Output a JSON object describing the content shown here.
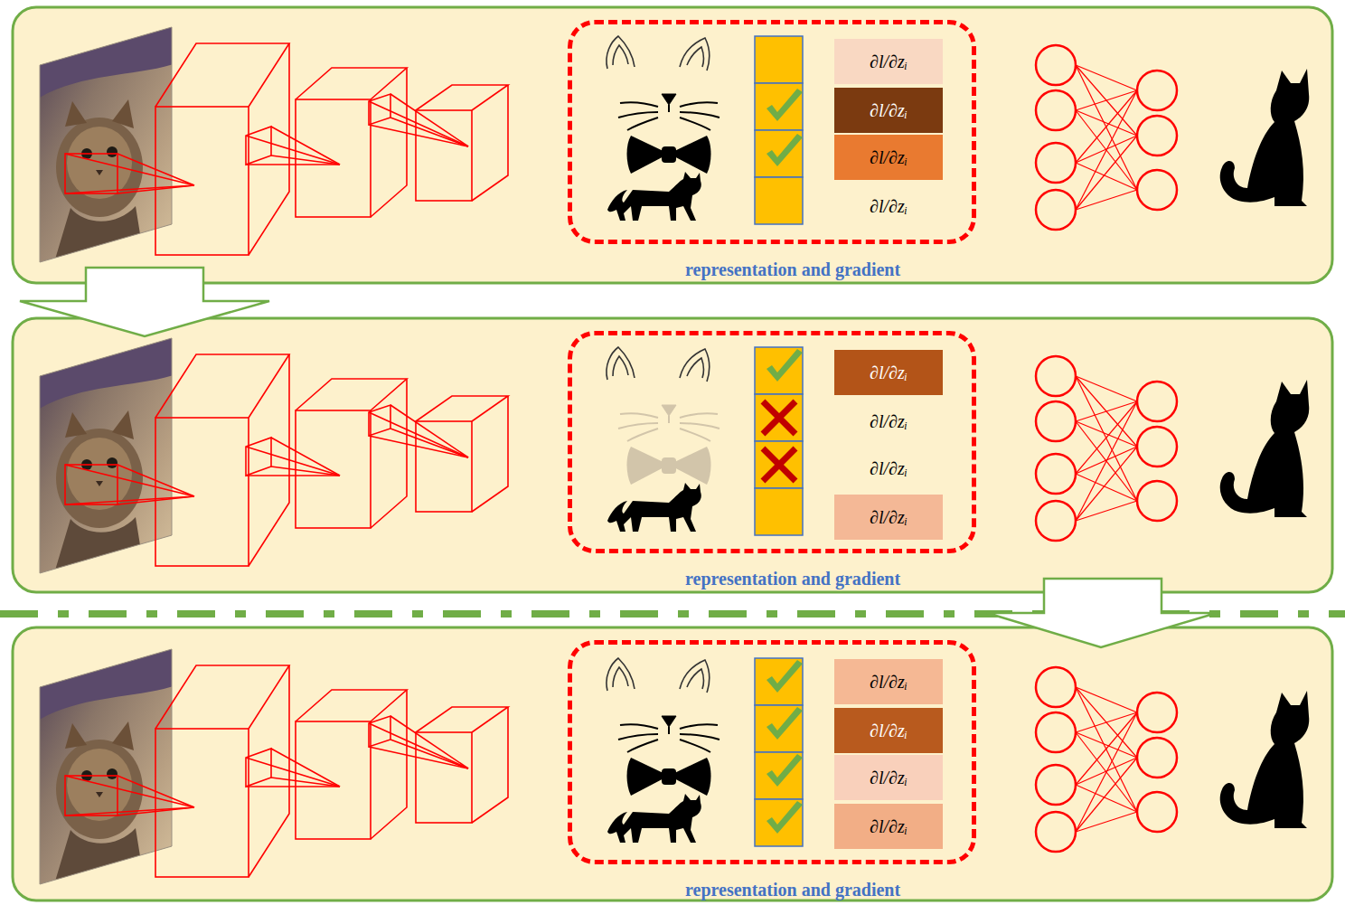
{
  "diagram": {
    "nodes": [
      {
        "text": [
          "representation and gradient"
        ]
      },
      {
        "text": [
          "∂l/∂zᵢ"
        ],
        "in": 0
      },
      {
        "text": [
          "∂l/∂zᵢ"
        ],
        "in": 0
      },
      {
        "text": [
          "∂l/∂zᵢ"
        ],
        "in": 0
      },
      {
        "text": [
          "∂l/∂zᵢ"
        ],
        "in": 0
      },
      {
        "text": [
          "representation and gradient"
        ]
      },
      {
        "text": [
          "∂l/∂zᵢ"
        ],
        "in": 5
      },
      {
        "text": [
          "∂l/∂zᵢ"
        ],
        "in": 5
      },
      {
        "text": [
          "∂l/∂zᵢ"
        ],
        "in": 5
      },
      {
        "text": [
          "∂l/∂zᵢ"
        ],
        "in": 5
      },
      {
        "text": [
          "representation and gradient"
        ]
      },
      {
        "text": [
          "∂l/∂zᵢ"
        ],
        "in": 10
      },
      {
        "text": [
          "∂l/∂zᵢ"
        ],
        "in": 10
      },
      {
        "text": [
          "∂l/∂zᵢ"
        ],
        "in": 10
      },
      {
        "text": [
          "∂l/∂zᵢ"
        ],
        "in": 10
      }
    ]
  }
}
